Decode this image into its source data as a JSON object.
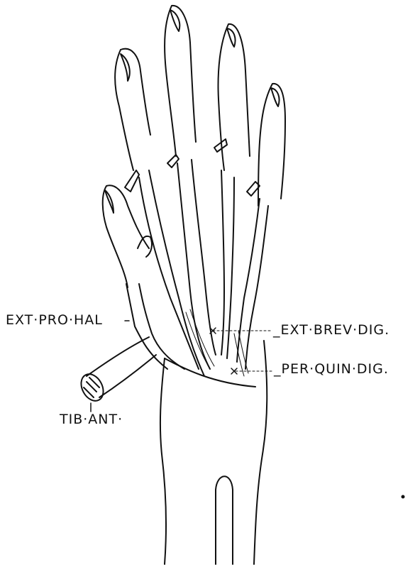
{
  "labels": {
    "ext_pro_hal": "EXT·PRO·HAL",
    "ext_brev_dig": "_EXT·BREV·DIG.",
    "per_quin_dig": "_PER·QUIN·DIG.",
    "tib_ant": "TIB·ANT·"
  },
  "colors": {
    "ink": "#111111",
    "paper": "#ffffff"
  }
}
